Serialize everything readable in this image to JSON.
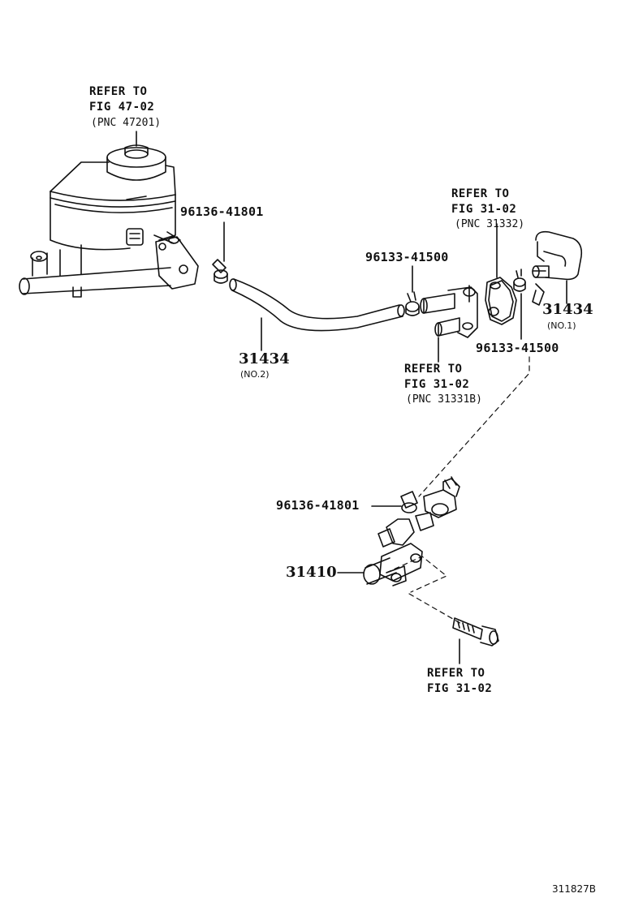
{
  "references": {
    "reservoir": {
      "line1": "REFER TO",
      "line2": "FIG 47-02",
      "pnc": "(PNC 47201)"
    },
    "union_bracket": {
      "line1": "REFER TO",
      "line2": "FIG 31-02",
      "pnc": "(PNC 31332)"
    },
    "union": {
      "line1": "REFER TO",
      "line2": "FIG 31-02",
      "pnc": "(PNC 31331B)"
    },
    "bolt": {
      "line1": "REFER TO",
      "line2": "FIG 31-02"
    }
  },
  "parts": {
    "clip_top": "96136-41801",
    "clamp_left": "96133-41500",
    "clamp_right": "96133-41500",
    "hose_no2": {
      "number": "31434",
      "sub": "(NO.2)"
    },
    "hose_no1": {
      "number": "31434",
      "sub": "(NO.1)"
    },
    "clip_cylinder": "96136-41801",
    "master_cylinder": "31410"
  },
  "diagram_id": "311827B"
}
